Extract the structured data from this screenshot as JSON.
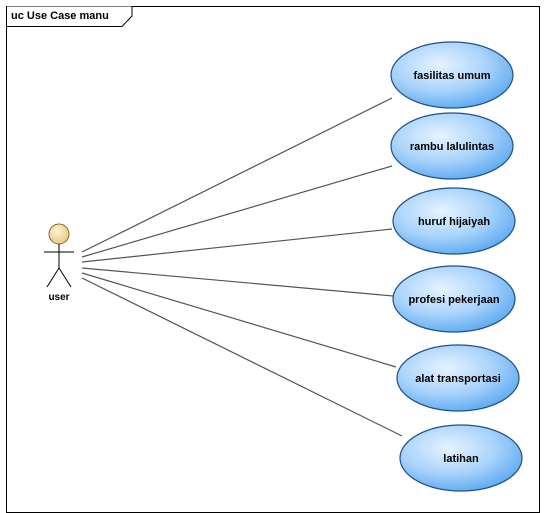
{
  "frame": {
    "label": "uc Use Case manu"
  },
  "actor": {
    "name": "user"
  },
  "use_cases": [
    {
      "label": "fasilitas umum"
    },
    {
      "label": "rambu lalulintas"
    },
    {
      "label": "huruf hijaiyah"
    },
    {
      "label": "profesi pekerjaan"
    },
    {
      "label": "alat transportasi"
    },
    {
      "label": "latihan"
    }
  ],
  "colors": {
    "frame_border": "#000000",
    "association_line": "#555555",
    "use_case_fill_light": "#cfe8ff",
    "use_case_fill_dark": "#5aa8f0",
    "use_case_stroke": "#1f4f8a",
    "actor_head_fill": "#f4dca0",
    "actor_head_stroke": "#8a6a20"
  }
}
